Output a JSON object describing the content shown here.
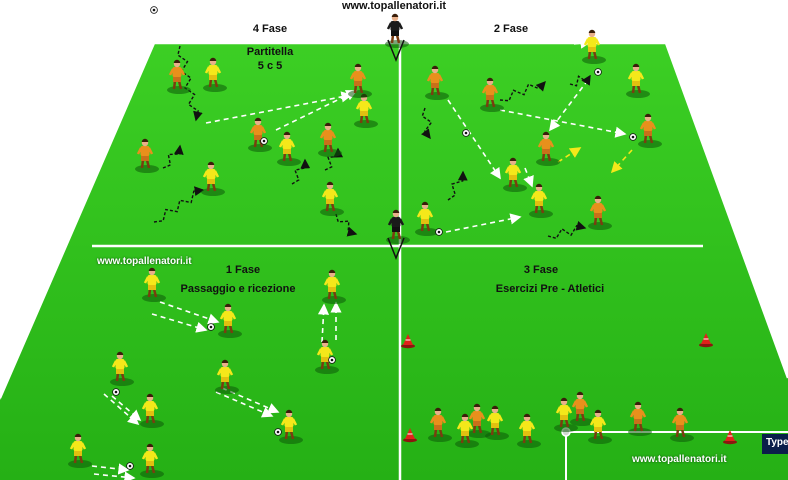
{
  "site_title": "www.topallenatori.it",
  "watermarks": [
    "www.topallenatori.it",
    "www.topallenatori.it"
  ],
  "phases": {
    "fase4": {
      "title": "4 Fase",
      "subtitle_line1": "Partitella",
      "subtitle_line2": "5 c 5"
    },
    "fase2": {
      "title": "2 Fase"
    },
    "fase1": {
      "title": "1 Fase",
      "subtitle": "Passaggio e ricezione"
    },
    "fase3": {
      "title": "3 Fase",
      "subtitle": "Esercizi Pre - Atletici"
    }
  },
  "tool_tip": "Type",
  "colors": {
    "pitch": "#2fbf1d",
    "pitch_dark": "#1e9a12",
    "line": "#ffffff",
    "player_yellow": "#f4e81a",
    "player_orange": "#e8901c",
    "referee": "#1a1a1a",
    "cone": "#e0231a"
  }
}
